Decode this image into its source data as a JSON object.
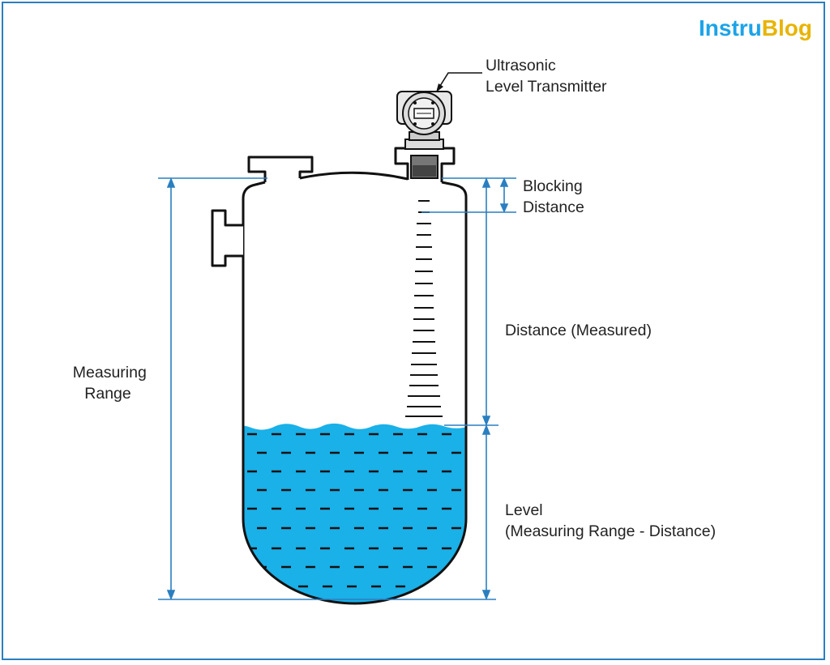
{
  "logo": {
    "parts": [
      {
        "text": "Instru",
        "color": "#1ba3e8"
      },
      {
        "text": "Blog",
        "color": "#e8b400"
      }
    ]
  },
  "labels": {
    "transmitter": [
      "Ultrasonic",
      "Level Transmitter"
    ],
    "blocking_distance": [
      "Blocking",
      "Distance"
    ],
    "distance": "Distance (Measured)",
    "measuring_range": [
      "Measuring",
      "Range"
    ],
    "level": [
      "Level",
      "(Measuring Range - Distance)"
    ]
  },
  "colors": {
    "liquid": "#1ab0e8",
    "dimension_lines": "#2a7fc0",
    "outline": "#111111",
    "frame": "#2a7fc0"
  }
}
